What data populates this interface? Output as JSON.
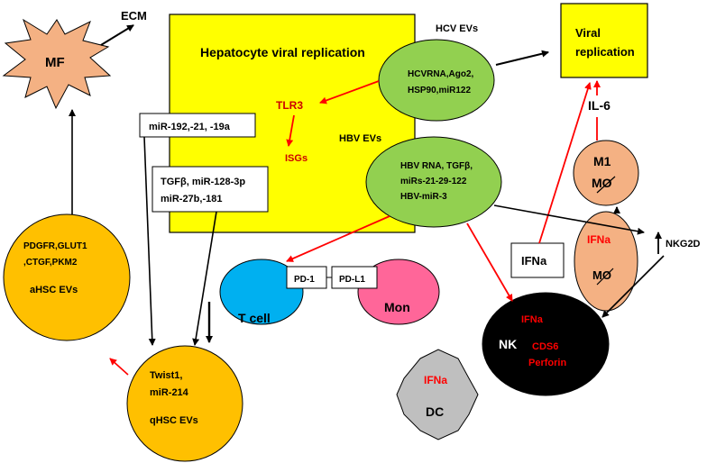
{
  "labels": {
    "ecm": "ECM",
    "mf": "MF",
    "hepatocyte_title": "Hepatocyte viral replication",
    "hcv_evs": "HCV EVs",
    "hcv_contents": [
      "HCVRNA,Ago2,",
      "HSP90,miR122"
    ],
    "viral_replication": [
      "Viral",
      "replication"
    ],
    "tlr3": "TLR3",
    "isgs": "ISGs",
    "mir_box": "miR-192,-21, -19a",
    "hbv_evs": "HBV EVs",
    "hbv_contents": [
      "HBV RNA, TGFβ,",
      "miRs-21-29-122",
      "HBV-miR-3"
    ],
    "tgf_box": [
      "TGFβ, miR-128-3p",
      "miR-27b,-181"
    ],
    "il6": "IL-6",
    "m1": [
      "M1",
      "MO"
    ],
    "m0": [
      "IFNa",
      "MO"
    ],
    "ifna_box": "IFNa",
    "nkg2d": "NKG2D",
    "t_cell": "T cell",
    "pd1": "PD-1",
    "pdl1": "PD-L1",
    "mon": "Mon",
    "ahsc": [
      "PDGFR,GLUT1",
      ",CTGF,PKM2",
      "aHSC  EVs"
    ],
    "qhsc": [
      "Twist1,",
      "miR-214",
      "qHSC EVs"
    ],
    "nk": [
      "IFNa",
      "NK",
      "CDS6",
      "Perforin"
    ],
    "dc": [
      "IFNa",
      "DC"
    ]
  },
  "colors": {
    "yellow": "#ffff00",
    "green": "#92d050",
    "salmon": "#f4b183",
    "orange": "#ffc000",
    "blue": "#00b0f0",
    "pink": "#ff6699",
    "grey": "#bfbfbf",
    "red": "#ff0000",
    "black": "#000000"
  }
}
